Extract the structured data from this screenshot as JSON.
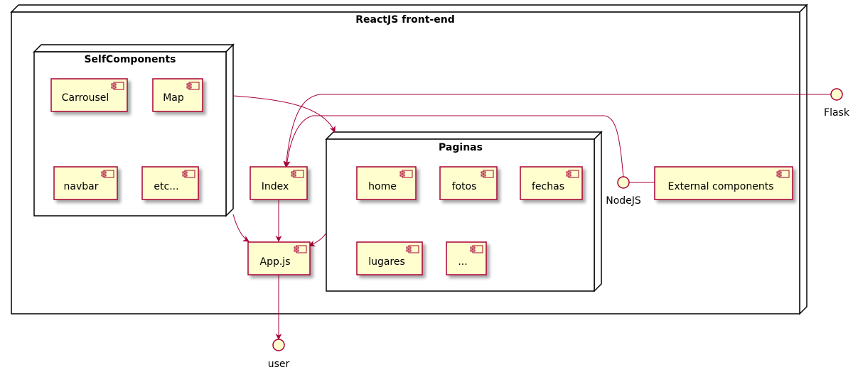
{
  "nodes": {
    "frontend": "ReactJS front-end",
    "self_components": "SelfComponents",
    "paginas": "Paginas"
  },
  "components": {
    "carrousel": "Carrousel",
    "map": "Map",
    "navbar": "navbar",
    "etc": "etc...",
    "index": "Index",
    "app": "App.js",
    "home": "home",
    "fotos": "fotos",
    "fechas": "fechas",
    "lugares": "lugares",
    "more": "...",
    "external": "External components"
  },
  "interfaces": {
    "flask": "Flask",
    "nodejs": "NodeJS",
    "user": "user"
  },
  "colors": {
    "component_fill": "#FEFECE",
    "component_border": "#A80036",
    "arrow": "#A80036",
    "node_border": "#000000"
  }
}
